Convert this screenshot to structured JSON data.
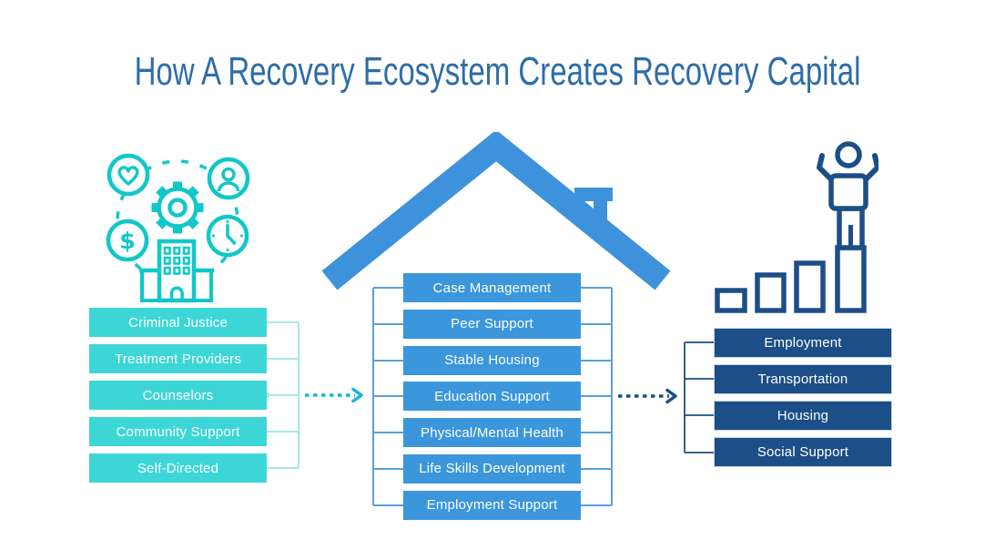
{
  "title": "How A Recovery Ecosystem Creates Recovery Capital",
  "columns": [
    {
      "name": "recovery-ecosystem-sources",
      "items": [
        "Criminal Justice",
        "Treatment Providers",
        "Counselors",
        "Community Support",
        "Self-Directed"
      ]
    },
    {
      "name": "recovery-support-services",
      "items": [
        "Case Management",
        "Peer Support",
        "Stable Housing",
        "Education Support",
        "Physical/Mental Health",
        "Life Skills Development",
        "Employment Support"
      ]
    },
    {
      "name": "recovery-capital-outcomes",
      "items": [
        "Employment",
        "Transportation",
        "Housing",
        "Social Support"
      ]
    }
  ],
  "icons": {
    "left": "community-resources-icon",
    "left_parts": [
      "heart-icon",
      "person-icon",
      "gear-icon",
      "dollar-icon",
      "clock-icon",
      "building-icon"
    ],
    "center": "house-roof-icon",
    "right": "person-on-growth-bars-icon"
  },
  "colors": {
    "background": "#FFFFFF",
    "title-color": "#2D6DA9",
    "teal-box": "#3DD6D6",
    "teal-icon": "#11C7C9",
    "teal-bracket": "#A6E8E8",
    "teal-arrow": "#18B5D3",
    "blue-box": "#3B96DB",
    "blue-roof": "#3E92DC",
    "blue-bracket": "#5C9FD8",
    "navy": "#1C4E87",
    "text-on-box": "#FFFFFF"
  }
}
